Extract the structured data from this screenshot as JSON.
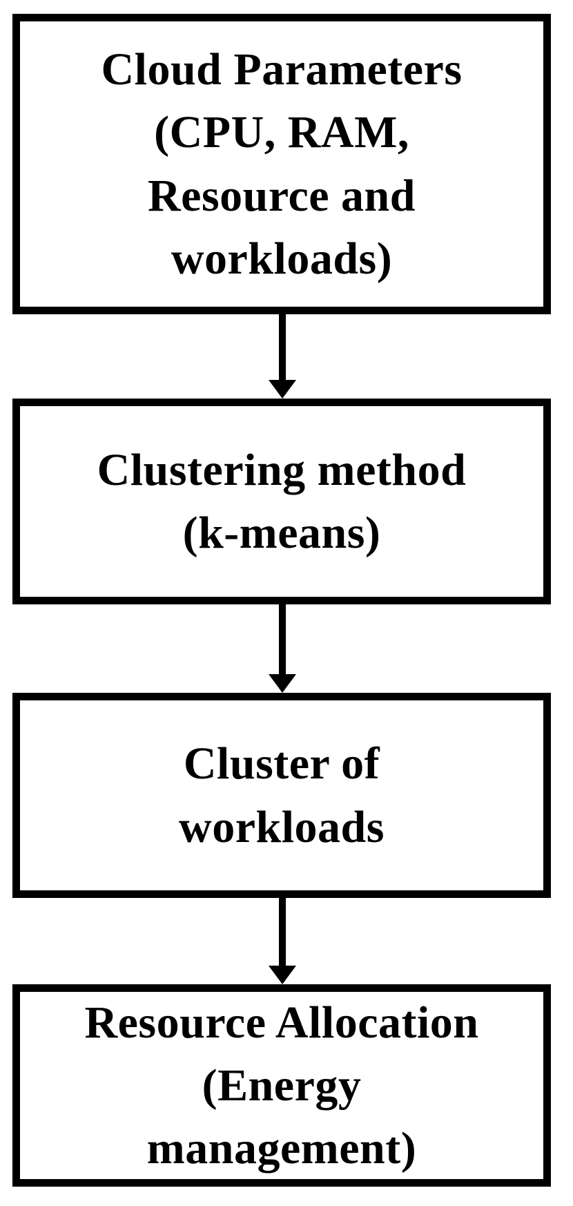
{
  "diagram": {
    "type": "flowchart",
    "description": "Vertical flowchart of k-means based cloud resource allocation with energy management",
    "colors": {
      "box_border": "#000000",
      "text": "#000000",
      "background": "#ffffff",
      "arrow": "#000000"
    },
    "boxes": [
      {
        "id": "cloud-parameters",
        "lines": [
          "Cloud Parameters",
          "(CPU, RAM,",
          "Resource and",
          "workloads)"
        ]
      },
      {
        "id": "clustering-method",
        "lines": [
          "Clustering method",
          "(k-means)"
        ]
      },
      {
        "id": "cluster-of-workloads",
        "lines": [
          "Cluster of",
          "workloads"
        ]
      },
      {
        "id": "resource-allocation",
        "lines": [
          "Resource Allocation",
          "(Energy",
          "management)"
        ]
      }
    ],
    "connectors": [
      {
        "from": "cloud-parameters",
        "to": "clustering-method",
        "direction": "down"
      },
      {
        "from": "clustering-method",
        "to": "cluster-of-workloads",
        "direction": "down"
      },
      {
        "from": "cluster-of-workloads",
        "to": "resource-allocation",
        "direction": "down"
      }
    ]
  }
}
